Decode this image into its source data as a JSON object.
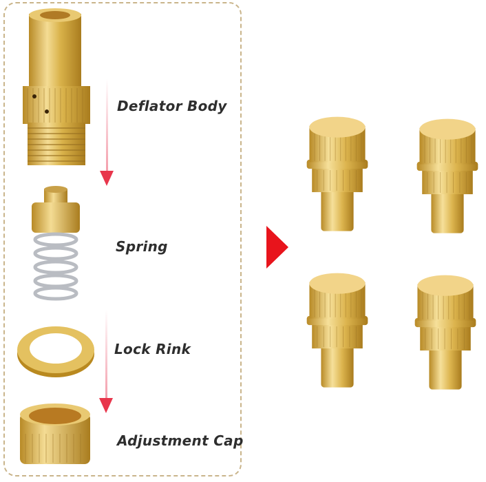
{
  "parts_panel": {
    "labels": {
      "deflator_body": "Deflator Body",
      "spring": "Spring",
      "lock_ring": "Lock Rink",
      "adjustment_cap": "Adjustment Cap"
    }
  },
  "colors": {
    "brass": "#d9b24a",
    "brass_light": "#f4dc94",
    "brass_dark": "#a97c1e",
    "arrow_red": "#e8364c",
    "play_red": "#e8141c",
    "dashed_border": "#c9b48a",
    "label_text": "#2e2e2e"
  },
  "assembled_valves": {
    "count": 4
  }
}
